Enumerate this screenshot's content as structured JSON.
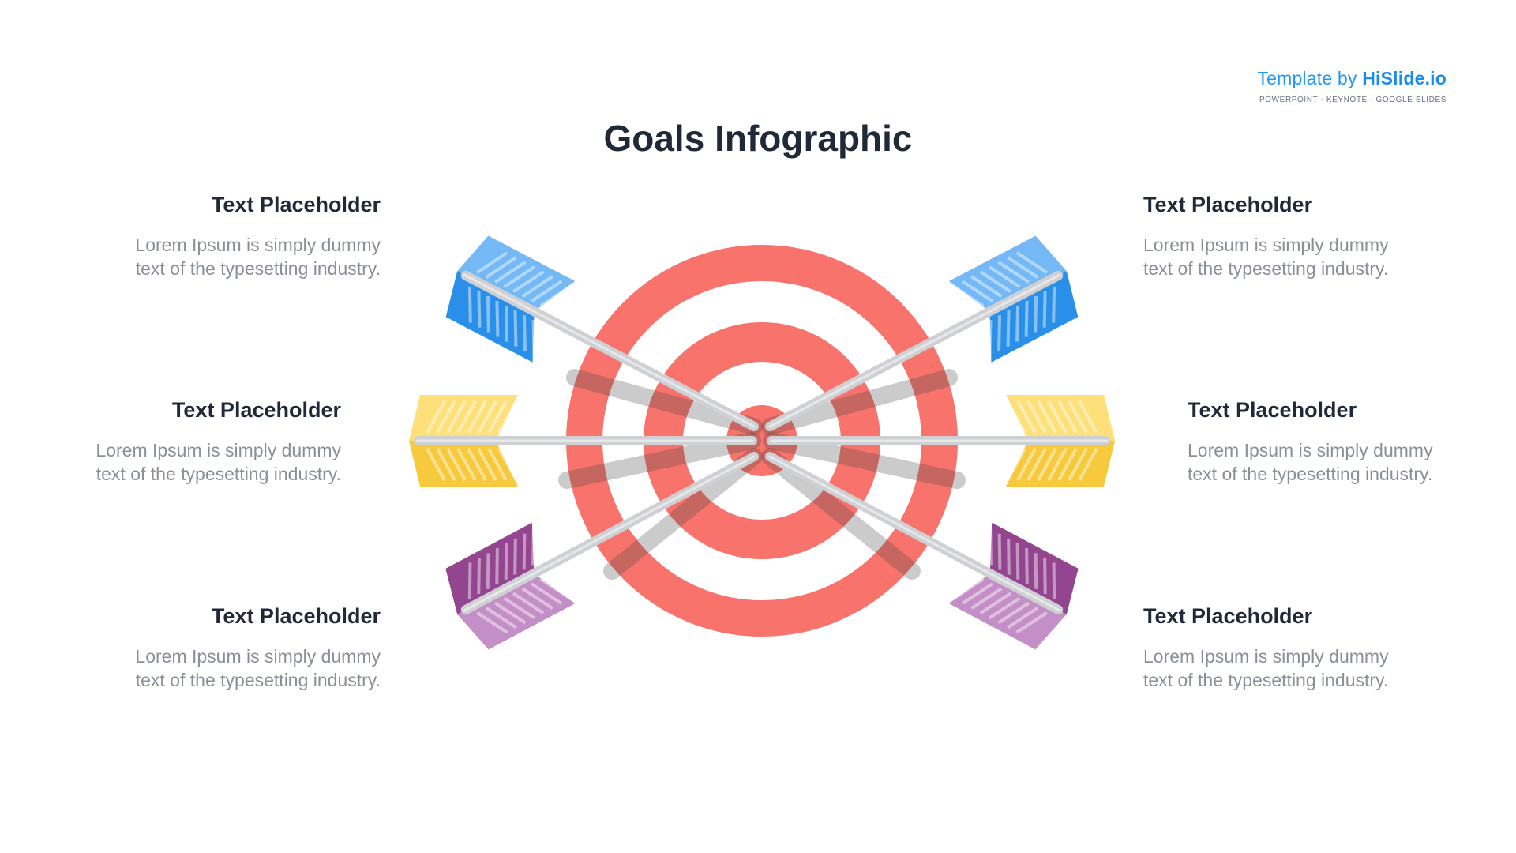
{
  "brand": {
    "prefix": "Template by ",
    "name": "HiSlide.io",
    "subtitle": "POWERPOINT - KEYNOTE - GOOGLE SLIDES"
  },
  "title": "Goals Infographic",
  "items": [
    {
      "heading": "Text Placeholder",
      "body": "Lorem Ipsum is simply dummy\ntext of the typesetting industry.",
      "arrow_color": "blue"
    },
    {
      "heading": "Text Placeholder",
      "body": "Lorem Ipsum is simply dummy\ntext of the typesetting industry.",
      "arrow_color": "yellow"
    },
    {
      "heading": "Text Placeholder",
      "body": "Lorem Ipsum is simply dummy\ntext of the typesetting industry.",
      "arrow_color": "purple"
    },
    {
      "heading": "Text Placeholder",
      "body": "Lorem Ipsum is simply dummy\ntext of the typesetting industry.",
      "arrow_color": "blue"
    },
    {
      "heading": "Text Placeholder",
      "body": "Lorem Ipsum is simply dummy\ntext of the typesetting industry.",
      "arrow_color": "yellow"
    },
    {
      "heading": "Text Placeholder",
      "body": "Lorem Ipsum is simply dummy\ntext of the typesetting industry.",
      "arrow_color": "purple"
    }
  ],
  "colors": {
    "target": "#f8736b",
    "shaft": "#cfd0d4",
    "shaft_shadow": "rgba(70,70,70,0.28)",
    "blue_light": "#74b9f5",
    "blue_dark": "#2a8fe8",
    "yellow_light": "#fde07a",
    "yellow_dark": "#f7c93c",
    "purple_light": "#c48fc6",
    "purple_dark": "#93458f"
  }
}
